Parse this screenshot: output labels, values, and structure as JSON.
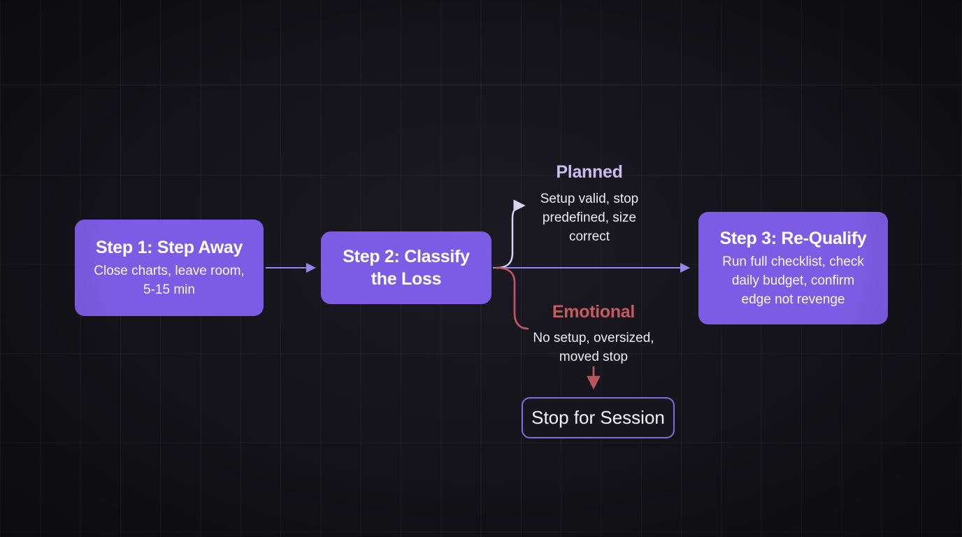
{
  "theme": {
    "background": "#131218",
    "grid_line": "rgba(255,255,255,0.05)",
    "node_fill": "#7c5ce4",
    "node_text": "#ffffff",
    "subtitle_text": "rgba(255,255,255,0.95)",
    "desc_text": "#edeaf5",
    "arrow_purple": "#9486ea",
    "branch_light": "#d8d3f2",
    "branch_red": "#b8565c",
    "planned_label": "#c9bcf2",
    "emotional_label": "#c65a5e",
    "stop_fill": "#17161e",
    "stop_border": "#7d6ee2",
    "stop_text": "#f4f2fa"
  },
  "diagram": {
    "nodes": {
      "step1": {
        "title": "Step 1: Step Away",
        "subtitle_lines": [
          "Close charts, leave room,",
          "5-15 min"
        ]
      },
      "step2": {
        "title_lines": [
          "Step 2: Classify",
          "the Loss"
        ]
      },
      "step3": {
        "title": "Step 3: Re-Qualify",
        "subtitle_lines": [
          "Run full checklist, check",
          "daily budget, confirm",
          "edge not revenge"
        ]
      },
      "stop": {
        "label": "Stop for Session"
      }
    },
    "branches": {
      "planned": {
        "label": "Planned",
        "desc_lines": [
          "Setup valid, stop",
          "predefined, size",
          "correct"
        ]
      },
      "emotional": {
        "label": "Emotional",
        "desc_lines": [
          "No setup, oversized,",
          "moved stop"
        ]
      }
    }
  }
}
